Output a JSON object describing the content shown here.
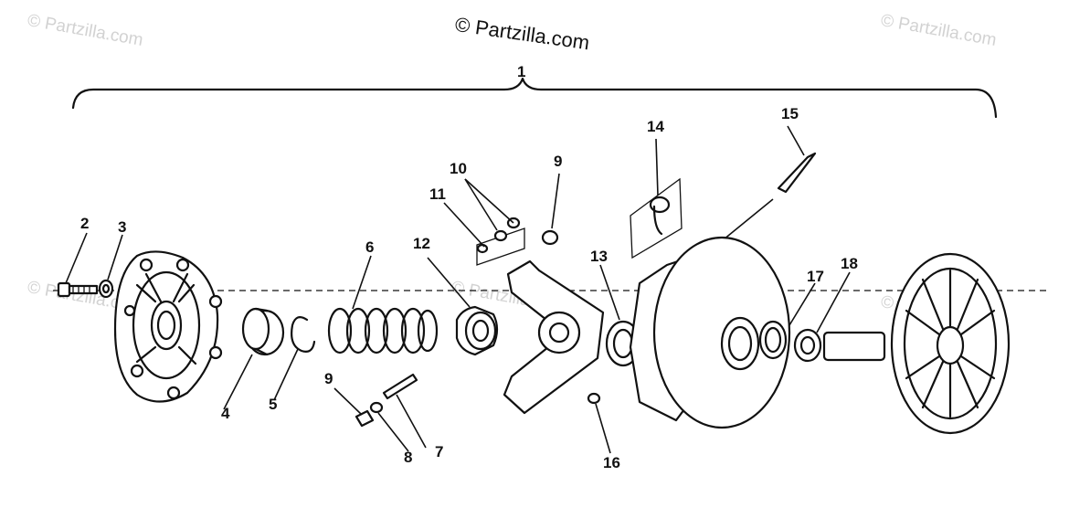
{
  "watermarks": {
    "main": "© Partzilla.com",
    "faint": "© Partzilla.com"
  },
  "callouts": {
    "c1": "1",
    "c2": "2",
    "c3": "3",
    "c4": "4",
    "c5": "5",
    "c6": "6",
    "c7": "7",
    "c8": "8",
    "c9a": "9",
    "c9b": "9",
    "c10": "10",
    "c11": "11",
    "c12": "12",
    "c13": "13",
    "c14": "14",
    "c15": "15",
    "c16": "16",
    "c17": "17",
    "c18": "18"
  }
}
